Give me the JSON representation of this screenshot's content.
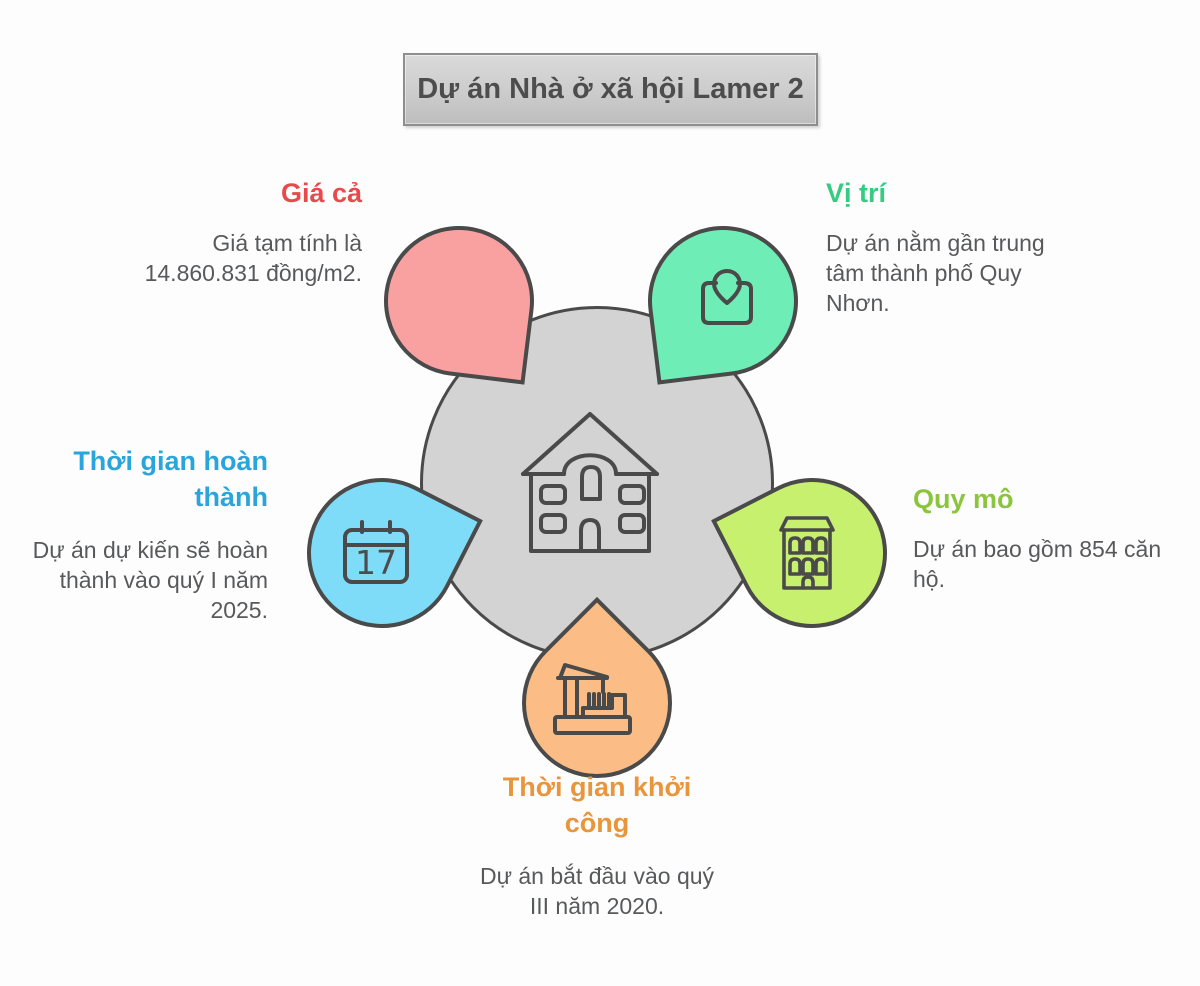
{
  "title": {
    "text": "Dự án Nhà ở xã hội Lamer 2"
  },
  "center": {
    "icon": "house-icon"
  },
  "sections": {
    "price": {
      "heading": "Giá cả",
      "body": "Giá tạm tính là\n14.860.831 đồng/m2.",
      "heading_color": "#e9494b",
      "fill": "#f9a1a1"
    },
    "location": {
      "heading": "Vị trí",
      "body": "Dự án nằm gần trung\ntâm thành phố Quy\nNhơn.",
      "heading_color": "#35cb81",
      "fill": "#6fedb6",
      "icon": "map-pin-icon"
    },
    "completion": {
      "heading": "Thời gian hoàn\nthành",
      "body": "Dự án dự kiến sẽ hoàn\nthành vào quý I năm\n2025.",
      "heading_color": "#29a5dc",
      "fill": "#7edcf9",
      "icon": "calendar-icon",
      "calendar_day": "17"
    },
    "scale": {
      "heading": "Quy mô",
      "body": "Dự án bao gồm 854 căn\nhộ.",
      "heading_color": "#8bc53e",
      "fill": "#c8f06f",
      "icon": "building-icon"
    },
    "start": {
      "heading": "Thời gian khởi\ncông",
      "body": "Dự án bắt đầu vào quý\nIII năm 2020.",
      "heading_color": "#e8953c",
      "fill": "#fbbd85",
      "icon": "crane-icon"
    }
  },
  "colors": {
    "outline": "#4a4a4a",
    "circle_fill": "#d3d3d3",
    "body_text": "#58595b",
    "background": "#fdfdfd"
  }
}
